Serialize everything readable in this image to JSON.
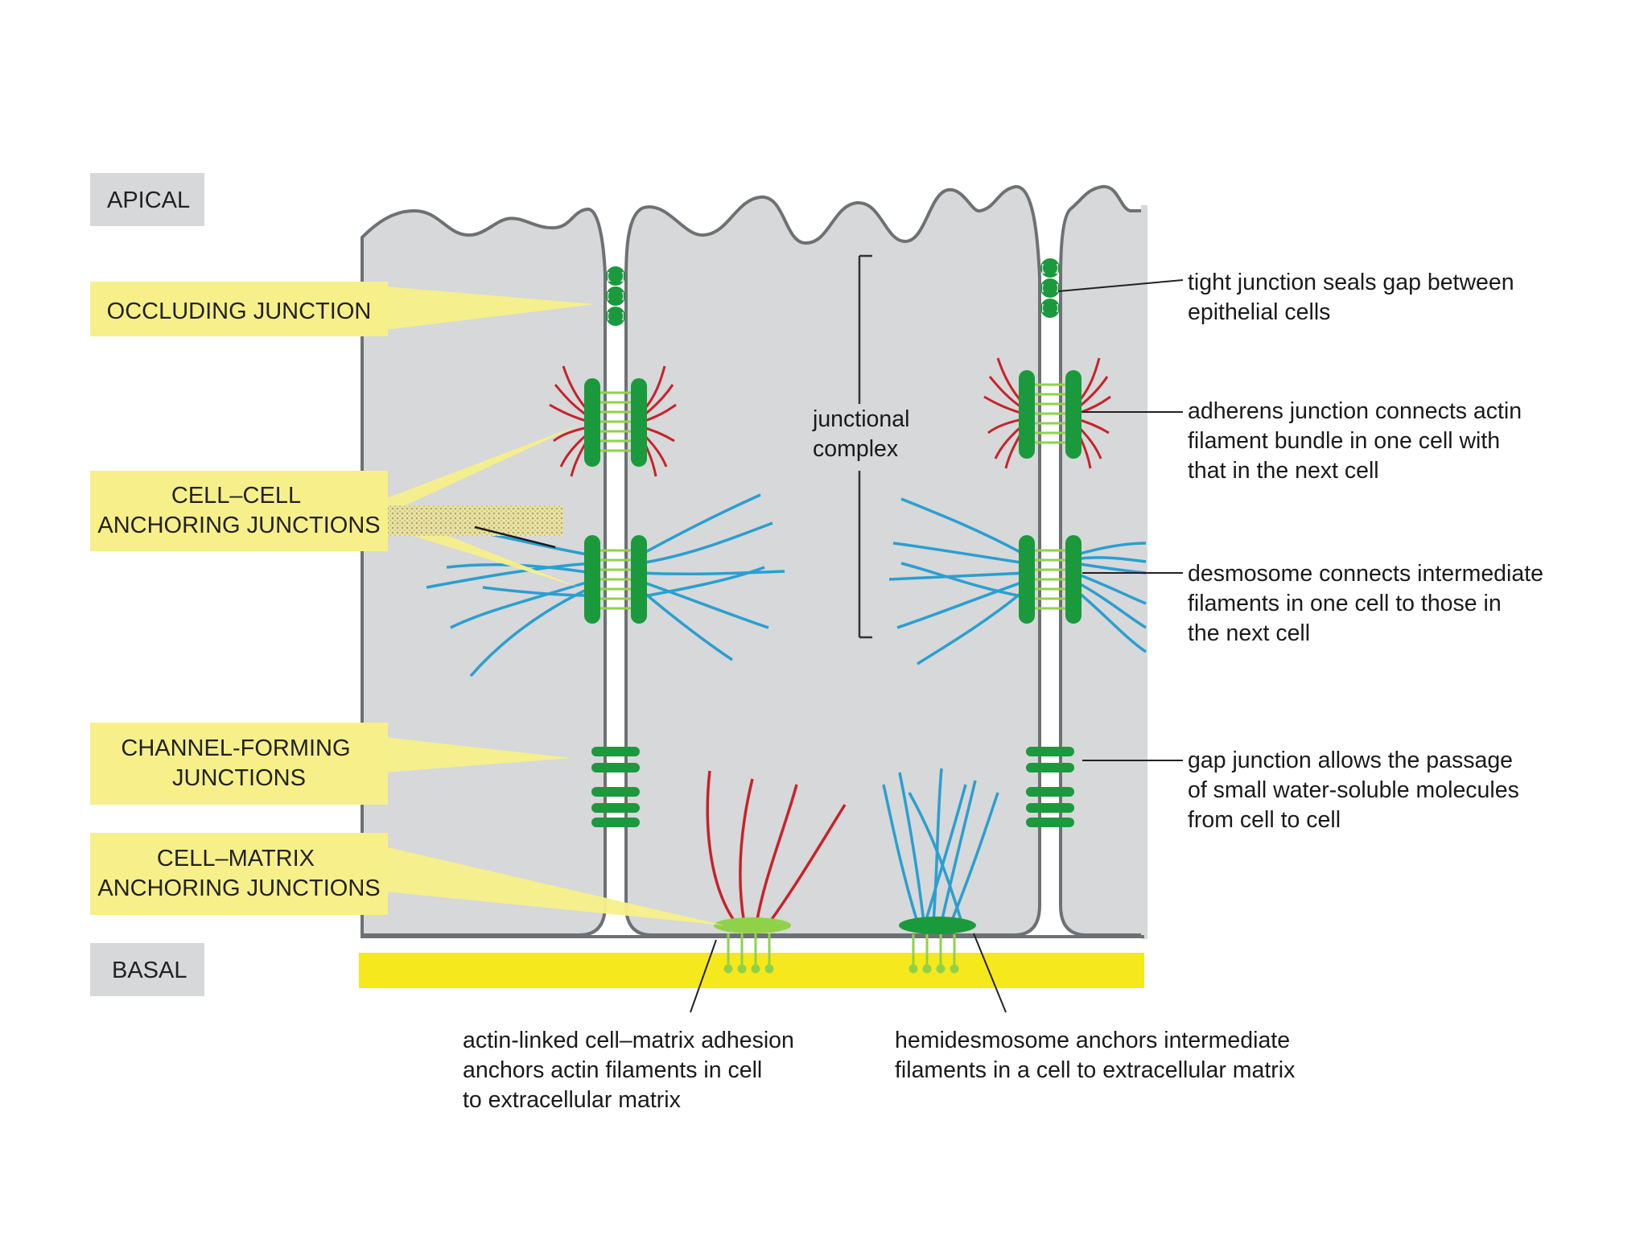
{
  "regions": {
    "apical": "APICAL",
    "basal": "BASAL"
  },
  "categories": [
    {
      "id": "occluding",
      "lines": [
        "OCCLUDING JUNCTION"
      ]
    },
    {
      "id": "cell_cell",
      "lines": [
        "CELL–CELL",
        "ANCHORING JUNCTIONS"
      ]
    },
    {
      "id": "channel",
      "lines": [
        "CHANNEL-FORMING",
        "JUNCTIONS"
      ]
    },
    {
      "id": "cell_matrix",
      "lines": [
        "CELL–MATRIX",
        "ANCHORING JUNCTIONS"
      ]
    }
  ],
  "junctional_complex": [
    "junctional",
    "complex"
  ],
  "annotations": {
    "tight_junction": [
      "tight junction seals gap between",
      "epithelial cells"
    ],
    "adherens_junction": [
      "adherens junction connects actin",
      "filament bundle in one cell with",
      "that in the next cell"
    ],
    "desmosome": [
      "desmosome connects intermediate",
      "filaments in one cell to those in",
      "the next cell"
    ],
    "gap_junction": [
      "gap junction allows the passage",
      "of small water-soluble molecules",
      "from cell to cell"
    ],
    "actin_linked": [
      "actin-linked cell–matrix adhesion",
      "anchors actin filaments in cell",
      "to extracellular matrix"
    ],
    "hemidesmosome": [
      "hemidesmosome anchors intermediate",
      "filaments in a cell to extracellular matrix"
    ]
  },
  "colors": {
    "cell": "#d6d8d9",
    "membrane": "#6e7173",
    "junction": "#1a9a3c",
    "junction_light": "#8fd24a",
    "actin": "#c8222a",
    "intermediate": "#2a9fd0",
    "matrix": "#f5e81c",
    "label_bg": "#f7f08a",
    "region_bg": "#d6d8d9"
  }
}
